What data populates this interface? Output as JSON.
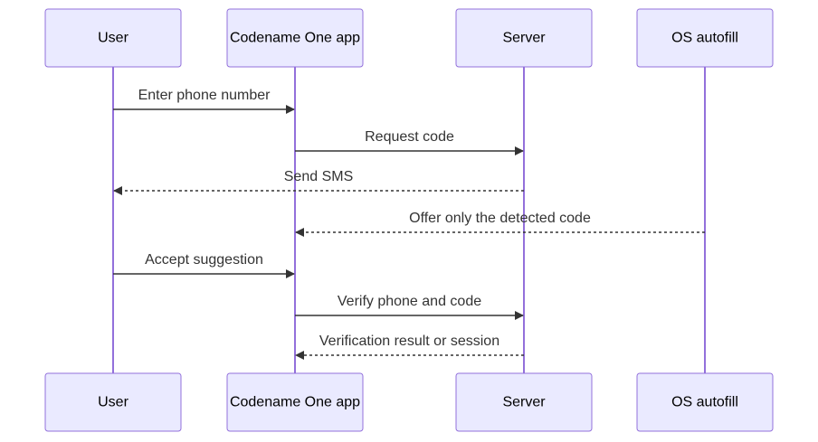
{
  "participants": [
    {
      "id": "user",
      "label": "User"
    },
    {
      "id": "app",
      "label": "Codename One app"
    },
    {
      "id": "server",
      "label": "Server"
    },
    {
      "id": "autofill",
      "label": "OS autofill"
    }
  ],
  "messages": [
    {
      "from": "user",
      "to": "app",
      "label": "Enter phone number",
      "style": "solid"
    },
    {
      "from": "app",
      "to": "server",
      "label": "Request code",
      "style": "solid"
    },
    {
      "from": "server",
      "to": "user",
      "label": "Send SMS",
      "style": "dashed"
    },
    {
      "from": "autofill",
      "to": "app",
      "label": "Offer only the detected code",
      "style": "dashed"
    },
    {
      "from": "user",
      "to": "app",
      "label": "Accept suggestion",
      "style": "solid"
    },
    {
      "from": "app",
      "to": "server",
      "label": "Verify phone and code",
      "style": "solid"
    },
    {
      "from": "server",
      "to": "app",
      "label": "Verification result or session",
      "style": "dashed"
    }
  ],
  "colors": {
    "actor_fill": "#eaeaff",
    "actor_stroke": "#9370db",
    "lifeline": "#9370db",
    "message": "#333333"
  }
}
